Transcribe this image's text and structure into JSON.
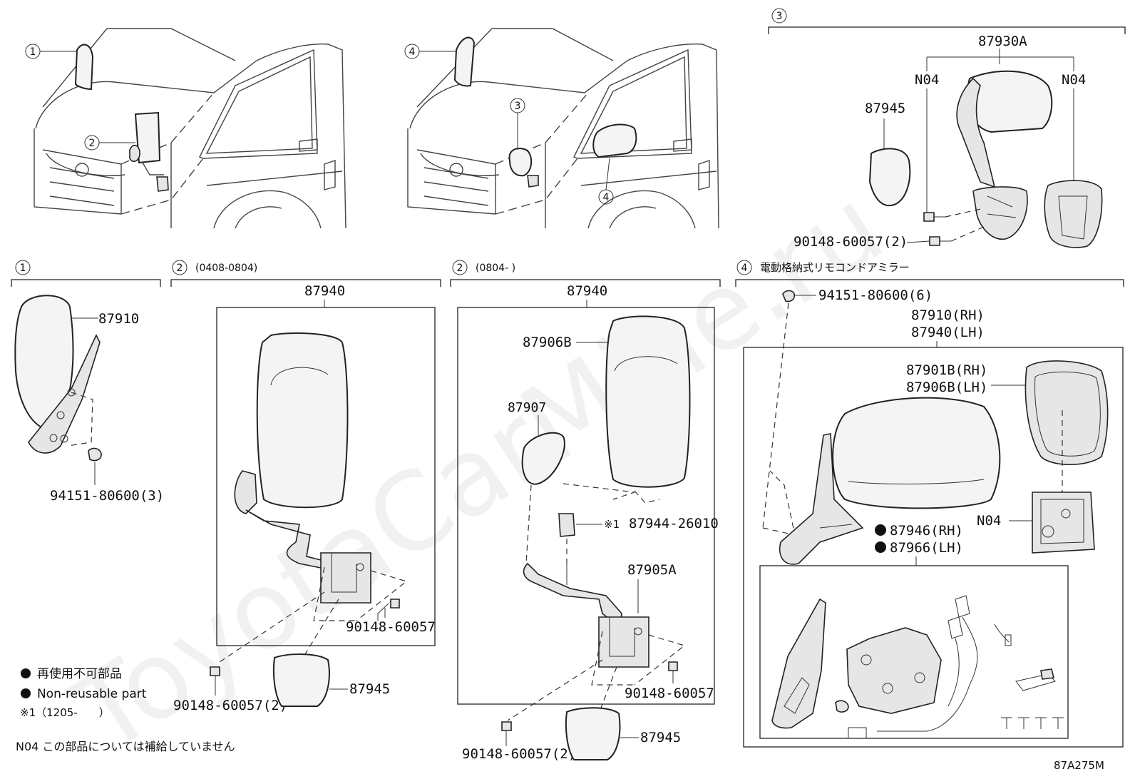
{
  "callouts": {
    "c1": "1",
    "c2": "2",
    "c3": "3",
    "c4": "4"
  },
  "sections": {
    "s1": "1",
    "s2a": "2",
    "s2a_range": "(0408-0804)",
    "s2b": "2",
    "s2b_range": "(0804-      )",
    "s3": "3",
    "s4": "4",
    "s4_title": "電動格納式リモコンドアミラー"
  },
  "parts": {
    "p87930A": "87930A",
    "pN04_left": "N04",
    "pN04_right": "N04",
    "p87945_top": "87945",
    "p90148_60057_2_top": "90148-60057(2)",
    "p87910_s1": "87910",
    "p94151_80600_3": "94151-80600(3)",
    "p87940_s2a": "87940",
    "p90148_60057_s2a": "90148-60057",
    "p90148_60057_2_s2a": "90148-60057(2)",
    "p87945_s2a": "87945",
    "p87940_s2b": "87940",
    "p87906B": "87906B",
    "p87907": "87907",
    "p87944": "87944-26010",
    "p87944_mark": "※1",
    "p87905A": "87905A",
    "p90148_60057_s2b": "90148-60057",
    "p90148_60057_2_s2b": "90148-60057(2)",
    "p87945_s2b": "87945",
    "p94151_80600_6": "94151-80600(6)",
    "p87910RH": "87910(RH)",
    "p87940LH": "87940(LH)",
    "p87901BRH": "87901B(RH)",
    "p87906BLH": "87906B(LH)",
    "pN04_s4": "N04",
    "p87946RH": "87946(RH)",
    "p87966LH": "87966(LH)"
  },
  "legend": {
    "l1": "再使用不可部品",
    "l2": "Non-reusable part",
    "l3": "※1（1205-　　）",
    "l4": "N04 この部品については補給していません"
  },
  "diagram_code": "87A275M",
  "watermark": "ToyotaCarMine.ru"
}
